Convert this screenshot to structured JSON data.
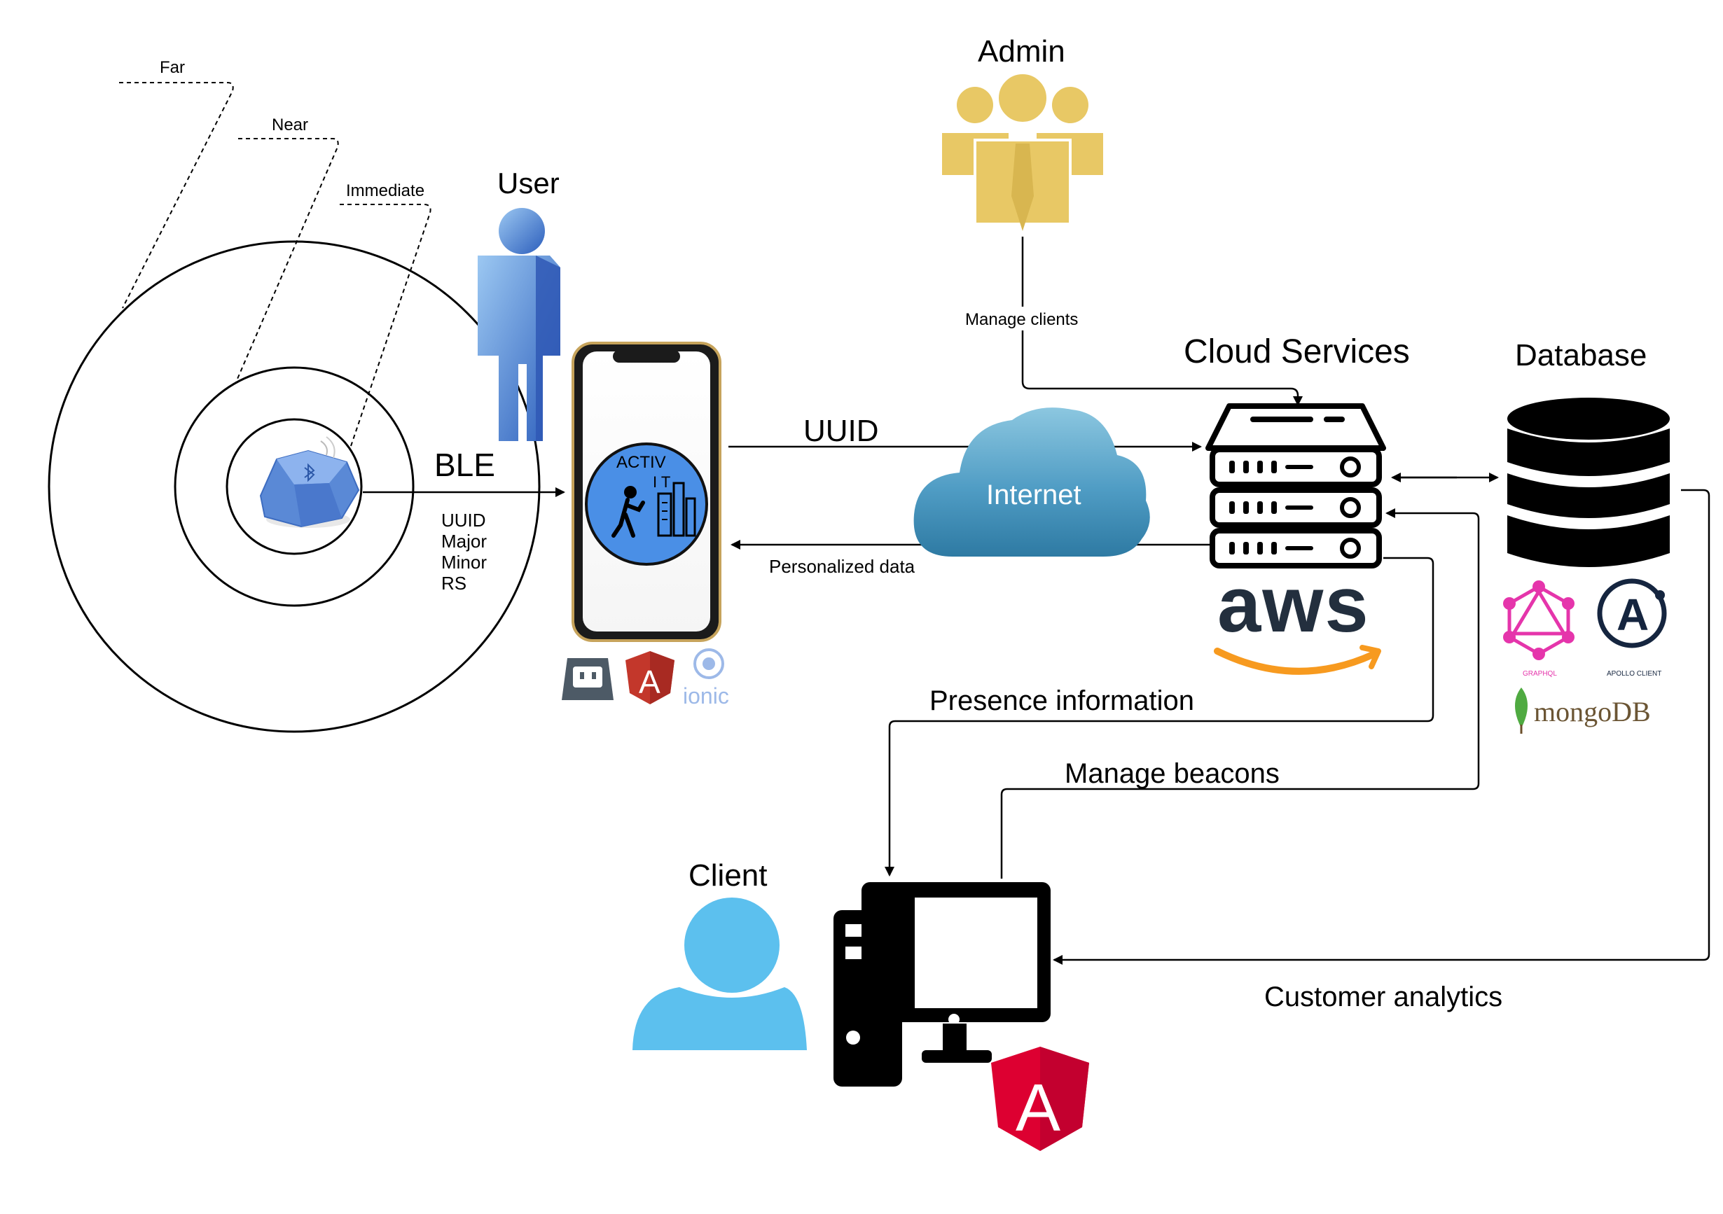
{
  "ranges": {
    "far": "Far",
    "near": "Near",
    "immediate": "Immediate"
  },
  "actors": {
    "user": "User",
    "admin": "Admin",
    "client": "Client"
  },
  "sections": {
    "cloud_services": "Cloud Services",
    "database": "Database"
  },
  "ble": {
    "label": "BLE",
    "fields": [
      "UUID",
      "Major",
      "Minor",
      "RS"
    ]
  },
  "edges": {
    "uuid": "UUID",
    "personalized_data": "Personalized data",
    "manage_clients": "Manage clients",
    "presence_information": "Presence information",
    "manage_beacons": "Manage beacons",
    "customer_analytics": "Customer analytics"
  },
  "nodes": {
    "internet": "Internet",
    "aws": "aws",
    "app_logo_line1": "ACTIV",
    "app_logo_line2": "I T"
  },
  "tech_logos": {
    "ionic": "ionic",
    "graphql": "GRAPHQL",
    "apollo": "APOLLO CLIENT",
    "mongodb": "mongoDB",
    "angular_letter": "A",
    "apollo_letter": "A"
  },
  "colors": {
    "admin_gold": "#E8C865",
    "client_blue": "#5CC0EE",
    "user_blue": "#6FA6E8",
    "angular_red": "#DD0031",
    "graphql_pink": "#E535AB",
    "apollo_navy": "#15253F",
    "mongo_green": "#4FAA41",
    "aws_orange": "#F79A1F",
    "cloud_blue": "#3F8EB5"
  }
}
